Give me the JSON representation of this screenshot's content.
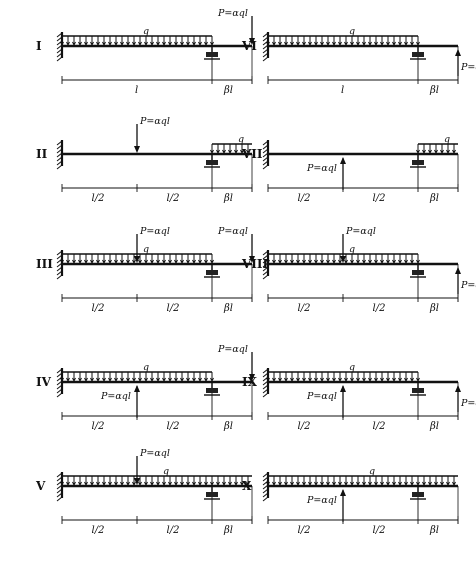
{
  "diagrams": [
    {
      "numeral": "I",
      "load": "full",
      "wall": "left",
      "force": {
        "pos": "end",
        "dir": "down",
        "label": "P=αql"
      }
    },
    {
      "numeral": "VI",
      "load": "full",
      "wall": "left",
      "force": {
        "pos": "end",
        "dir": "up",
        "label": "P=αql"
      }
    },
    {
      "numeral": "II",
      "load": "overhang",
      "wall": "left",
      "force": {
        "pos": "mid",
        "dir": "down",
        "label": "P=αql"
      }
    },
    {
      "numeral": "VII",
      "load": "overhang",
      "wall": "left",
      "force": {
        "pos": "mid",
        "dir": "up",
        "label": "P=αql"
      }
    },
    {
      "numeral": "III",
      "load": "full",
      "wall": "left",
      "forces": [
        {
          "pos": "mid",
          "dir": "down",
          "label": "P=αql"
        },
        {
          "pos": "end",
          "dir": "down",
          "label": "P=αql"
        }
      ]
    },
    {
      "numeral": "VIII",
      "load": "full",
      "wall": "left",
      "forces": [
        {
          "pos": "mid",
          "dir": "down",
          "label": "P=αql"
        },
        {
          "pos": "end",
          "dir": "up",
          "label": "P=αql"
        }
      ]
    },
    {
      "numeral": "IV",
      "load": "full",
      "wall": "left",
      "forces": [
        {
          "pos": "mid",
          "dir": "up",
          "label": "P=αql"
        },
        {
          "pos": "end",
          "dir": "down",
          "label": "P=αql"
        }
      ]
    },
    {
      "numeral": "IX",
      "load": "full",
      "wall": "left",
      "forces": [
        {
          "pos": "mid",
          "dir": "up",
          "label": "P=αql"
        },
        {
          "pos": "end",
          "dir": "up",
          "label": "P=αql"
        }
      ]
    },
    {
      "numeral": "V",
      "load": "all",
      "wall": "left",
      "force": {
        "pos": "mid",
        "dir": "down",
        "label": "P=αql"
      }
    },
    {
      "numeral": "X",
      "load": "all",
      "wall": "left",
      "force": {
        "pos": "mid",
        "dir": "up",
        "label": "P=αql"
      }
    }
  ],
  "labels": {
    "q": "q",
    "l": "l",
    "half": "l/2",
    "beta": "βl"
  }
}
